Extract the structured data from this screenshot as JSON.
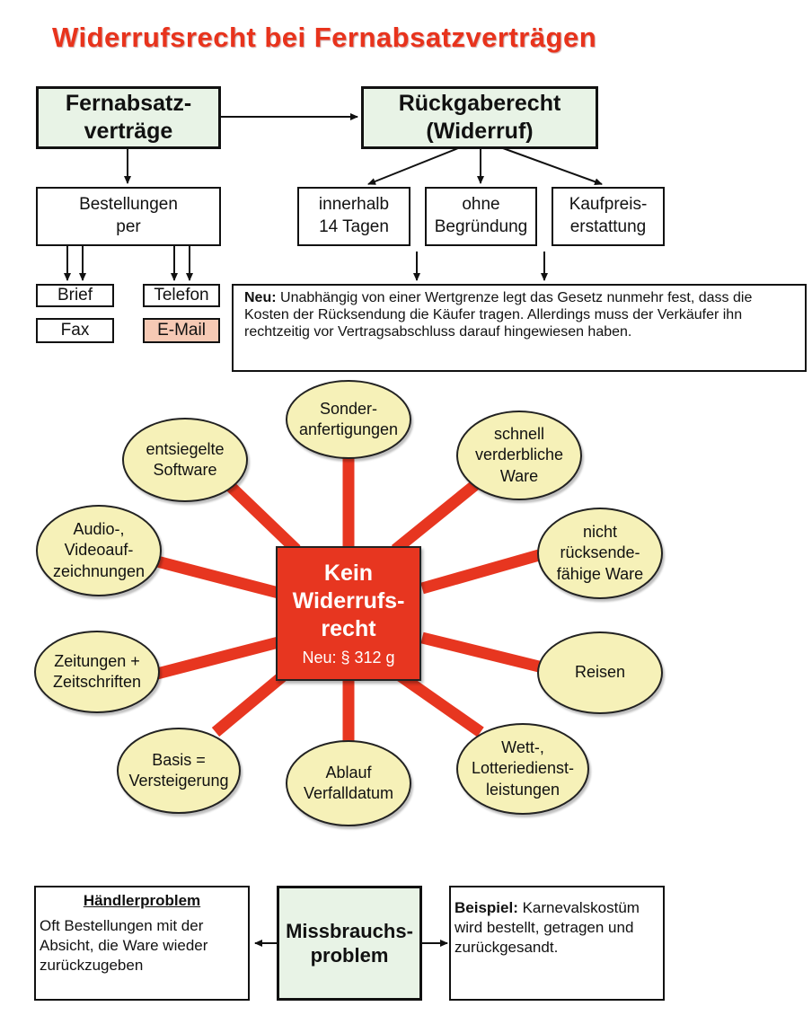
{
  "title": "Widerrufsrecht bei Fernabsatzverträgen",
  "top": {
    "fernabsatz": "Fernabsatz-\nverträge",
    "rueckgabe": "Rückgaberecht\n(Widerruf)",
    "bestellungen": "Bestellungen\nper",
    "channels": [
      "Brief",
      "Telefon",
      "Fax",
      "E-Mail"
    ],
    "conditions": [
      "innerhalb\n14 Tagen",
      "ohne\nBegründung",
      "Kaufpreis-\nerstattung"
    ],
    "note_label": "Neu:",
    "note_text": " Unabhängig von einer Wertgrenze legt das Gesetz nunmehr fest, dass die Kosten der Rücksendung die Käufer tragen. Allerdings muss der Verkäufer ihn rechtzeitig vor Vertragsabschluss darauf hingewiesen haben."
  },
  "center": {
    "label": "Kein\nWiderrufs-\nrecht",
    "sub": "Neu: § 312 g"
  },
  "exceptions": [
    "Sonder-\nanfertigungen",
    "schnell\nverderbliche\nWare",
    "nicht\nrücksende-\nfähige Ware",
    "Reisen",
    "Wett-,\nLotteriedienst-\nleistungen",
    "Ablauf\nVerfalldatum",
    "Basis =\nVersteigerung",
    "Zeitungen +\nZeitschriften",
    "Audio-,\nVideoauf-\nzeichnungen",
    "entsiegelte\nSoftware"
  ],
  "bottom": {
    "haendler_head": "Händlerproblem",
    "haendler_text": "Oft Bestellungen mit der Absicht, die Ware wieder zurückzugeben",
    "missbrauch": "Missbrauchs-\nproblem",
    "beispiel_label": "Beispiel:",
    "beispiel_text": " Karnevalskostüm wird bestellt, getragen und zurückgesandt."
  },
  "colors": {
    "title": "#e8331c",
    "center": "#e73620",
    "ellipse": "#f6f1b8",
    "box_fill": "#e8f3e6",
    "email": "#f6c9b4",
    "spoke": "#e73620"
  }
}
